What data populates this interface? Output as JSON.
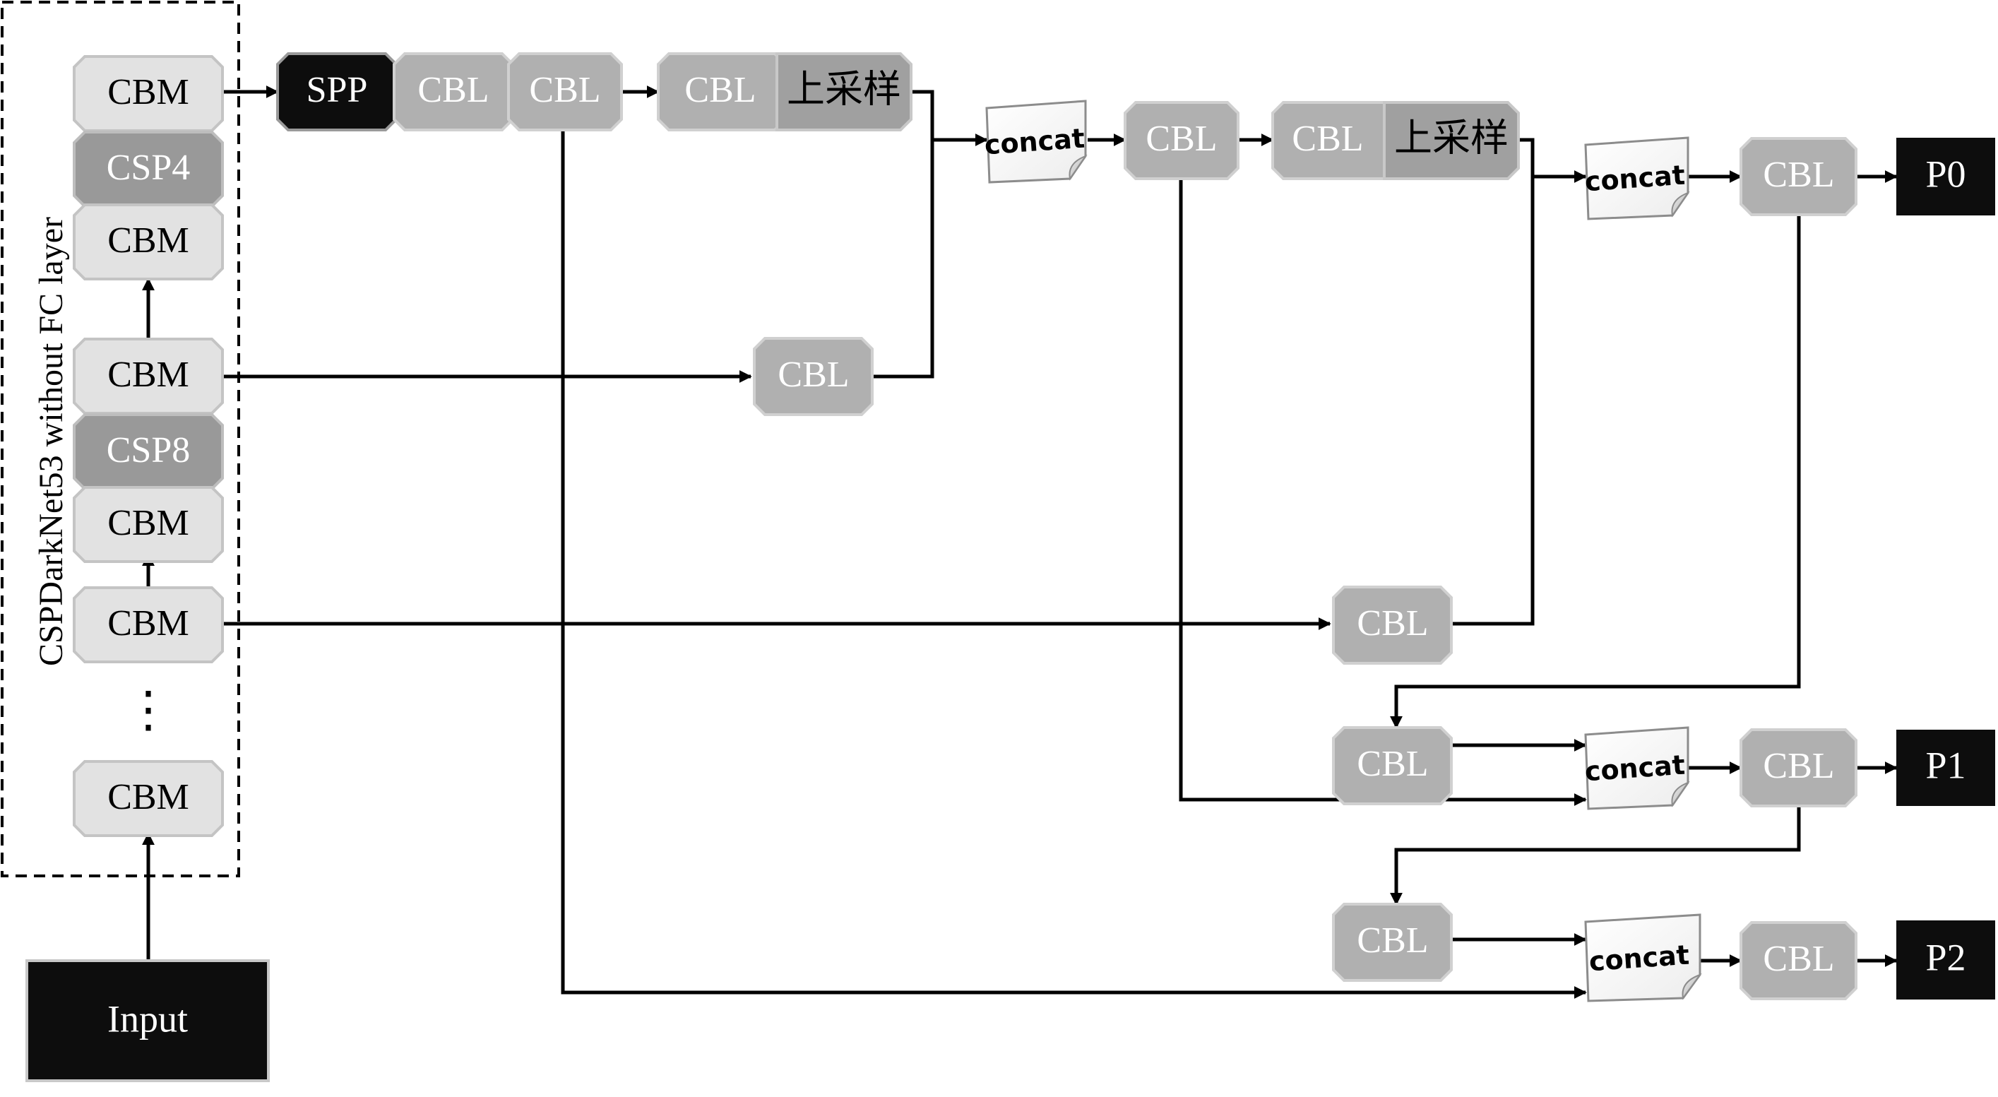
{
  "backbone": {
    "title": "CSPDarkNet53 without FC layer",
    "ellipsis": "⋮",
    "blocks": [
      {
        "label": "CBM",
        "shade": "light"
      },
      {
        "label": "CSP4",
        "shade": "dark"
      },
      {
        "label": "CBM",
        "shade": "light"
      },
      {
        "label": "CBM",
        "shade": "light"
      },
      {
        "label": "CSP8",
        "shade": "dark"
      },
      {
        "label": "CBM",
        "shade": "light"
      },
      {
        "label": "CBM",
        "shade": "light"
      },
      {
        "label": "CBM",
        "shade": "light"
      }
    ]
  },
  "input": {
    "label": "Input"
  },
  "top_row": {
    "spp": "SPP",
    "cbl_a": "CBL",
    "cbl_b": "CBL",
    "cbl_c": "CBL",
    "upsample_1": "上采样",
    "concat_1": "concat",
    "cbl_d": "CBL",
    "cbl_e": "CBL",
    "upsample_2": "上采样",
    "concat_2": "concat",
    "cbl_f": "CBL",
    "out_p0": "P0"
  },
  "branches": {
    "cbl_route_1": "CBL",
    "cbl_route_2": "CBL",
    "cbl_down_1": "CBL",
    "concat_3": "concat",
    "cbl_g": "CBL",
    "out_p1": "P1",
    "cbl_down_2": "CBL",
    "concat_4": "concat",
    "cbl_h": "CBL",
    "out_p2": "P2"
  },
  "colors": {
    "light_block": "#e2e2e2",
    "dark_block": "#999999",
    "cbl_block": "#b0b0b0",
    "upsample_block": "#a0a0a0",
    "black_block": "#0d0d0d",
    "line": "#000000"
  }
}
